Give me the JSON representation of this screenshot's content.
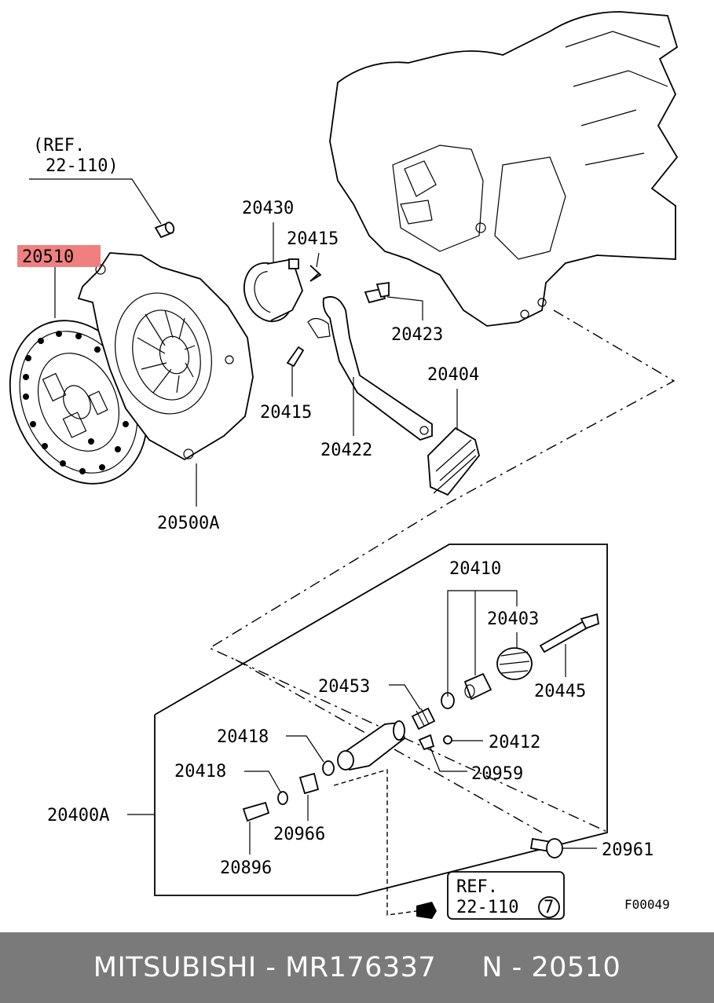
{
  "labels": {
    "ref_top_line1": "(REF.",
    "ref_top_line2": "22-110)",
    "p20510": "20510",
    "p20430": "20430",
    "p20415a": "20415",
    "p20415b": "20415",
    "p20423": "20423",
    "p20404": "20404",
    "p20422": "20422",
    "p20500A": "20500A",
    "p20410": "20410",
    "p20403": "20403",
    "p20453": "20453",
    "p20445": "20445",
    "p20418a": "20418",
    "p20418b": "20418",
    "p20412": "20412",
    "p20959": "20959",
    "p20400A": "20400A",
    "p20966": "20966",
    "p20896": "20896",
    "p20961": "20961",
    "ref_bottom_line1": "REF.",
    "ref_bottom_line2": "22-110",
    "ref_bottom_circle": "7",
    "figure_code": "F00049"
  },
  "highlight_color": "#f08080",
  "footer": {
    "text": "MITSUBISHI - MR176337     N - 20510"
  }
}
